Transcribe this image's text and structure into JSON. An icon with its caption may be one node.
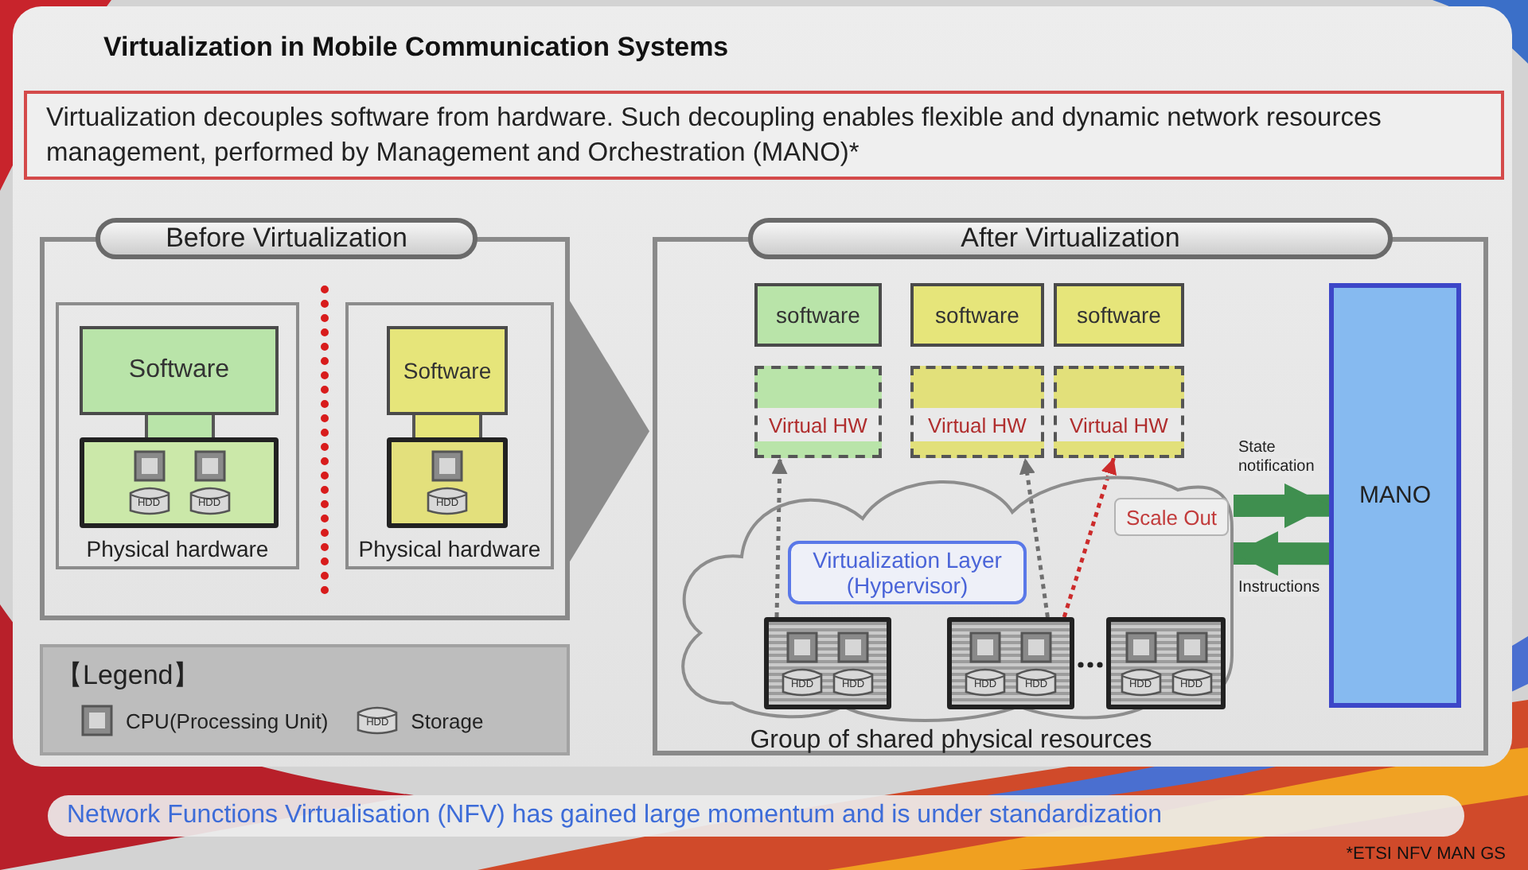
{
  "diagram": {
    "title": "Virtualization in Mobile Communication Systems",
    "nodes": [
      {
        "text": [
          "Virtualization decouples software from hardware. Such decoupling enables flexible and dynamic network resources management, performed by Management and Orchestration (MANO)*"
        ]
      },
      {
        "text": [
          "Before Virtualization"
        ]
      },
      {
        "text": [
          "Physical hardware"
        ],
        "in": 1
      },
      {
        "text": [
          "Software"
        ],
        "in": 2
      },
      {
        "text": [],
        "shape": "box",
        "in": 2
      },
      {
        "text": [
          "Physical hardware"
        ],
        "in": 1
      },
      {
        "text": [
          "Software"
        ],
        "in": 5
      },
      {
        "text": [],
        "shape": "box",
        "in": 5
      },
      {
        "text": [
          "After Virtualization"
        ]
      },
      {
        "text": [
          "software"
        ],
        "in": 8
      },
      {
        "text": [
          "software"
        ],
        "in": 8
      },
      {
        "text": [
          "software"
        ],
        "in": 8
      },
      {
        "text": [
          "Virtual HW"
        ],
        "in": 8
      },
      {
        "text": [
          "Virtual HW"
        ],
        "in": 8
      },
      {
        "text": [
          "Virtual HW"
        ],
        "in": 8
      },
      {
        "text": [
          "Group of shared physical resources"
        ],
        "in": 8
      },
      {
        "text": [
          "Scale Out"
        ],
        "in": 15
      },
      {
        "text": [
          "Virtualization Layer (Hypervisor)"
        ],
        "in": 15
      },
      {
        "text": [],
        "shape": "box",
        "in": 15
      },
      {
        "text": [],
        "shape": "box",
        "in": 15
      },
      {
        "text": [],
        "shape": "box",
        "in": 15
      },
      {
        "text": [
          "MANO"
        ],
        "in": 8
      }
    ],
    "edges": [
      {
        "from": 1,
        "to": 8,
        "arrow": "to",
        "style": "thick",
        "color": "#8c8c8c"
      },
      {
        "from": 18,
        "to": 12,
        "arrow": "to",
        "style": "dashed"
      },
      {
        "from": 19,
        "to": 13,
        "arrow": "to",
        "style": "dashed"
      },
      {
        "from": 19,
        "to": 14,
        "arrow": "to",
        "style": "dashed",
        "color": "#cc2b2b"
      },
      {
        "from": 15,
        "to": 21,
        "arrow": "to",
        "label": "State notification",
        "style": "thick",
        "color": "#3f8f4f"
      },
      {
        "from": 21,
        "to": 15,
        "arrow": "to",
        "label": "Instructions",
        "style": "thick",
        "color": "#3f8f4f"
      }
    ],
    "labels": [
      "HDD",
      "HDD",
      "HDD",
      "HDD",
      "HDD",
      "HDD",
      "HDD",
      "HDD",
      "HDD",
      "【Legend】",
      "HDD",
      "Network Functions Virtualisation (NFV) has gained large momentum and is under standardization",
      "*ETSI NFV MAN GS"
    ],
    "legend": [
      {
        "text": "CPU(Processing Unit)"
      },
      {
        "text": "Storage"
      }
    ]
  }
}
